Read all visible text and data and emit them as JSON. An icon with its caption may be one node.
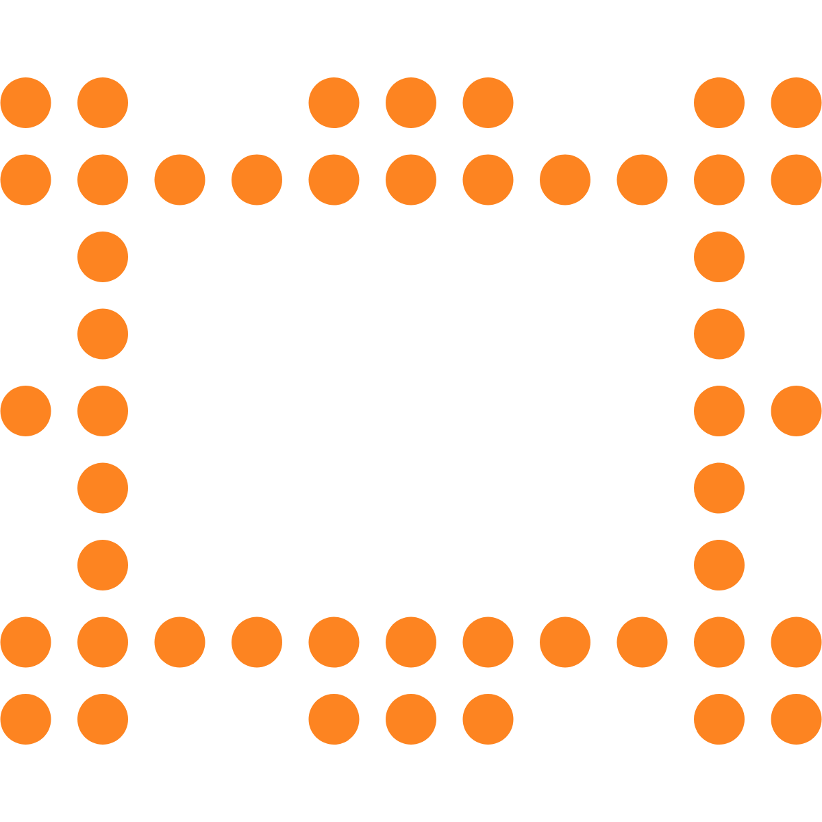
{
  "diagram": {
    "nodes": [
      {
        "text": [],
        "shape": "circle"
      },
      {
        "text": [],
        "shape": "circle"
      },
      {
        "text": [],
        "shape": "circle"
      },
      {
        "text": [],
        "shape": "circle"
      },
      {
        "text": [],
        "shape": "circle"
      },
      {
        "text": [],
        "shape": "circle"
      },
      {
        "text": [],
        "shape": "circle"
      },
      {
        "text": [],
        "shape": "circle"
      },
      {
        "text": [],
        "shape": "circle"
      },
      {
        "text": [],
        "shape": "circle"
      },
      {
        "text": [],
        "shape": "circle"
      },
      {
        "text": [],
        "shape": "circle"
      },
      {
        "text": [],
        "shape": "circle"
      },
      {
        "text": [],
        "shape": "circle"
      },
      {
        "text": [],
        "shape": "circle"
      },
      {
        "text": [],
        "shape": "circle"
      },
      {
        "text": [],
        "shape": "circle"
      },
      {
        "text": [],
        "shape": "circle"
      },
      {
        "text": [],
        "shape": "circle"
      },
      {
        "text": [],
        "shape": "circle"
      },
      {
        "text": [],
        "shape": "circle"
      },
      {
        "text": [],
        "shape": "circle"
      },
      {
        "text": [],
        "shape": "circle"
      },
      {
        "text": [],
        "shape": "circle"
      },
      {
        "text": [],
        "shape": "circle"
      },
      {
        "text": [],
        "shape": "circle"
      },
      {
        "text": [],
        "shape": "circle"
      },
      {
        "text": [],
        "shape": "circle"
      },
      {
        "text": [],
        "shape": "circle"
      },
      {
        "text": [],
        "shape": "circle"
      },
      {
        "text": [],
        "shape": "circle"
      },
      {
        "text": [],
        "shape": "circle"
      },
      {
        "text": [],
        "shape": "circle"
      },
      {
        "text": [],
        "shape": "circle"
      },
      {
        "text": [],
        "shape": "circle"
      },
      {
        "text": [],
        "shape": "circle"
      },
      {
        "text": [],
        "shape": "circle"
      },
      {
        "text": [],
        "shape": "circle"
      },
      {
        "text": [],
        "shape": "circle"
      },
      {
        "text": [],
        "shape": "circle"
      },
      {
        "text": [],
        "shape": "circle"
      },
      {
        "text": [],
        "shape": "circle"
      },
      {
        "text": [],
        "shape": "circle"
      },
      {
        "text": [],
        "shape": "circle"
      },
      {
        "text": [],
        "shape": "circle"
      },
      {
        "text": [],
        "shape": "circle"
      },
      {
        "text": [],
        "shape": "circle"
      },
      {
        "text": [],
        "shape": "circle"
      }
    ]
  }
}
